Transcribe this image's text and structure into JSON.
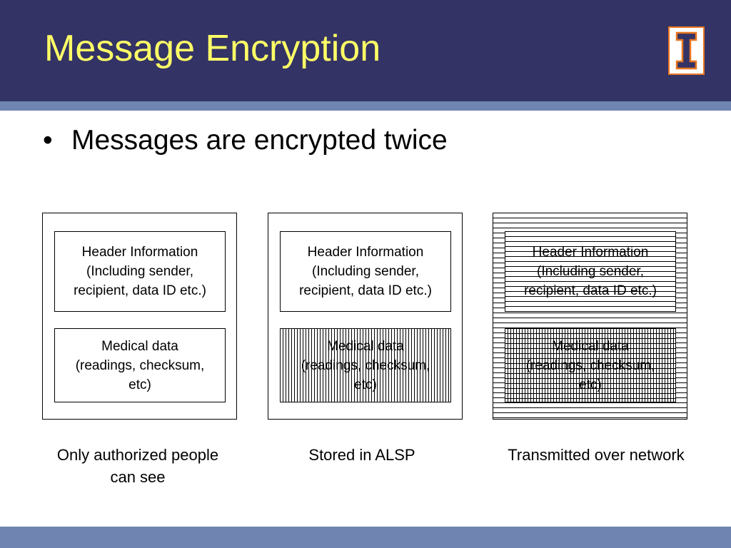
{
  "slide": {
    "title": "Message Encryption",
    "bullets": [
      "Messages are encrypted twice"
    ],
    "bullet_marker": "•",
    "logo_icon": "university-of-illinois-block-i-logo"
  },
  "panels": [
    {
      "header_lines": [
        "Header Information",
        "(Including sender,",
        "recipient, data ID etc.)"
      ],
      "medical_lines": [
        "Medical data",
        "(readings, checksum,",
        "etc)"
      ],
      "caption_lines": [
        "Only authorized people",
        "can see"
      ]
    },
    {
      "header_lines": [
        "Header Information",
        "(Including sender,",
        "recipient, data ID etc.)"
      ],
      "medical_lines": [
        "Medical data",
        "(readings, checksum,",
        "etc)"
      ],
      "caption_lines": [
        "Stored in ALSP"
      ]
    },
    {
      "header_lines": [
        "Header Information",
        "(Including sender,",
        "recipient, data ID etc.)"
      ],
      "medical_lines": [
        "Medical data",
        "(readings, checksum,",
        "etc)"
      ],
      "caption_lines": [
        "Transmitted over network"
      ]
    }
  ],
  "colors": {
    "title_background": "#333366",
    "title_text": "#ffff66",
    "accent_stripe": "#6f84b1",
    "logo_orange": "#e87722",
    "logo_blue": "#333366"
  }
}
